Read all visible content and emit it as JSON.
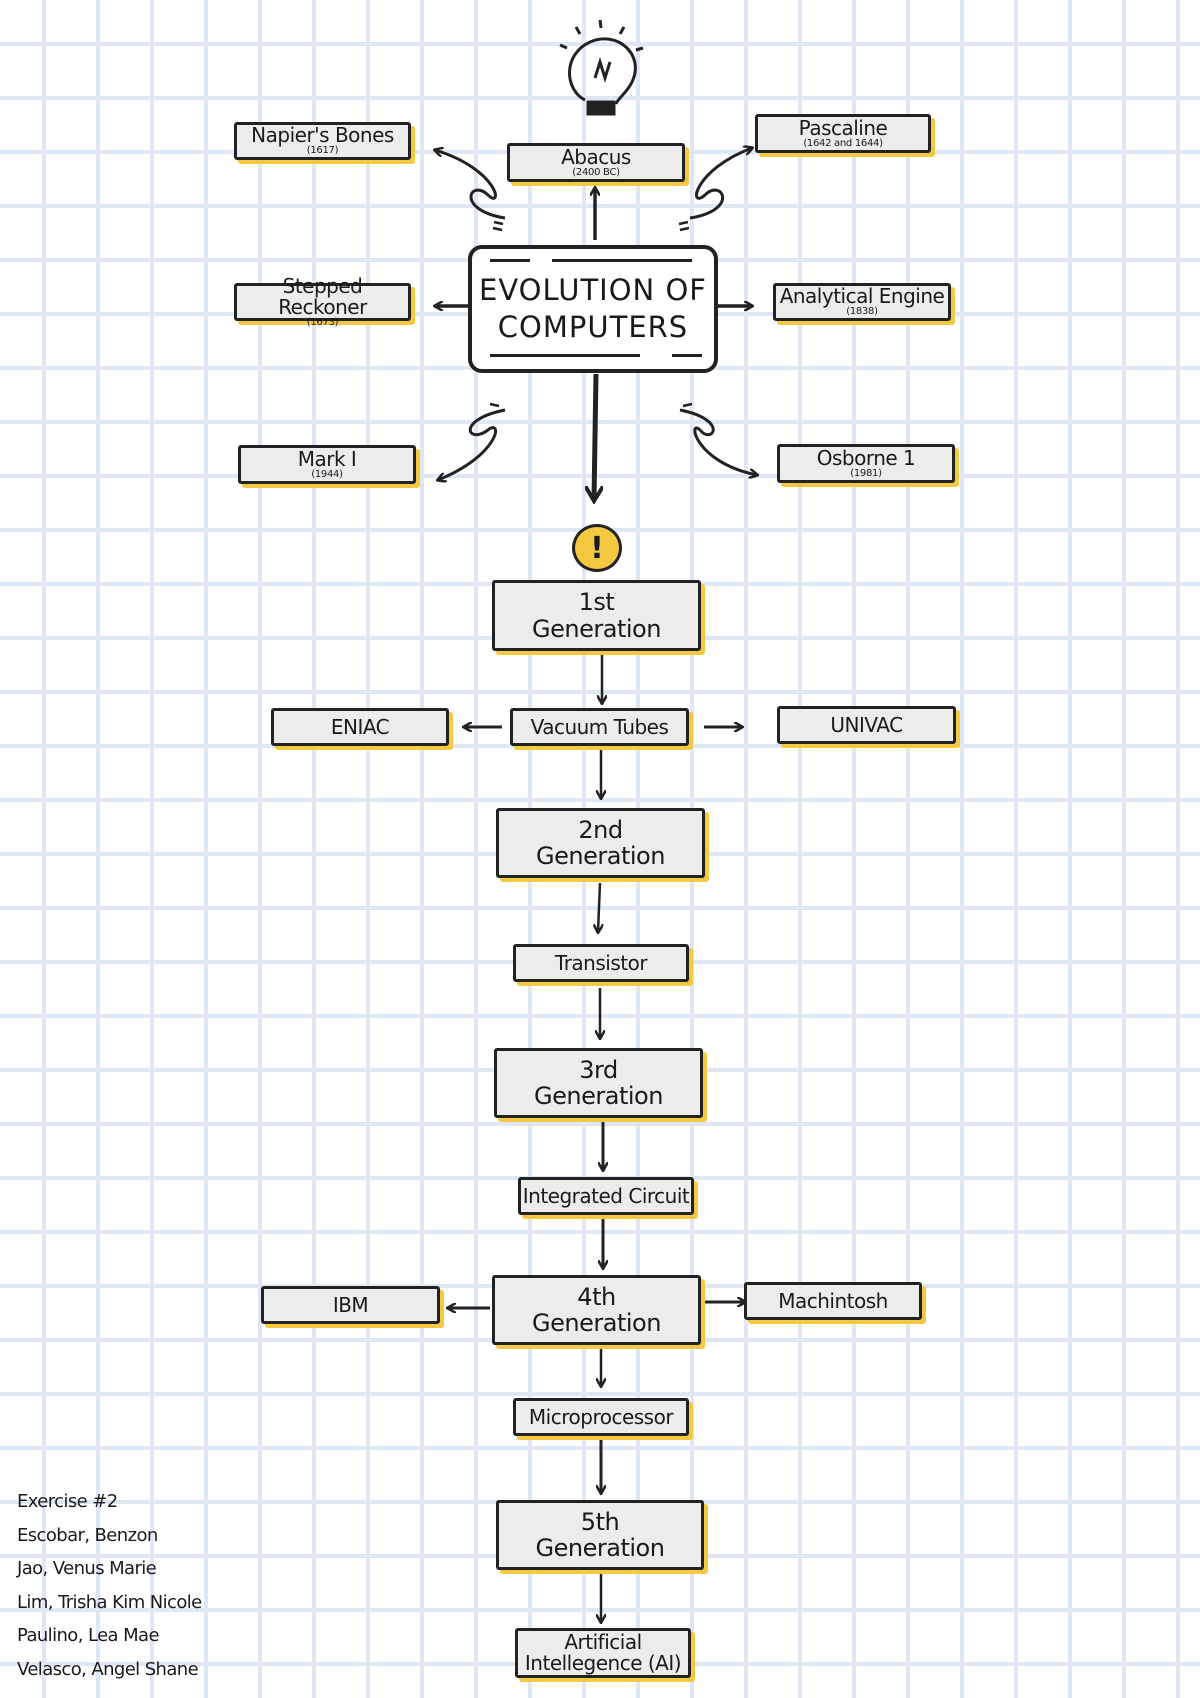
{
  "title": {
    "line1": "EVOLUTION OF",
    "line2": "COMPUTERS"
  },
  "early": {
    "napier": {
      "label": "Napier's Bones",
      "year": "(1617)"
    },
    "abacus": {
      "label": "Abacus",
      "year": "(2400 BC)"
    },
    "pascaline": {
      "label": "Pascaline",
      "year": "(1642 and 1644)"
    },
    "stepped": {
      "label": "Stepped Reckoner",
      "year": "(1673)"
    },
    "analytical": {
      "label": "Analytical Engine",
      "year": "(1838)"
    },
    "mark": {
      "label": "Mark I",
      "year": "(1944)"
    },
    "osborne": {
      "label": "Osborne 1",
      "year": "(1981)"
    }
  },
  "badge": "!",
  "gen1": {
    "line1": "1st",
    "line2": "Generation"
  },
  "vacuum": "Vacuum Tubes",
  "eniac": "ENIAC",
  "univac": "UNIVAC",
  "gen2": {
    "line1": "2nd",
    "line2": "Generation"
  },
  "transistor": "Transistor",
  "gen3": {
    "line1": "3rd",
    "line2": "Generation"
  },
  "ic": "Integrated Circuit",
  "gen4": {
    "line1": "4th",
    "line2": "Generation"
  },
  "ibm": "IBM",
  "macintosh": "Machintosh",
  "microprocessor": "Microprocessor",
  "gen5": {
    "line1": "5th",
    "line2": "Generation"
  },
  "ai": {
    "line1": "Artificial",
    "line2": "Intellegence (AI)"
  },
  "credits": [
    "Exercise #2",
    "Escobar, Benzon",
    "Jao, Venus Marie",
    "Lim, Trisha Kim Nicole",
    "Paulino, Lea Mae",
    "Velasco, Angel Shane"
  ]
}
